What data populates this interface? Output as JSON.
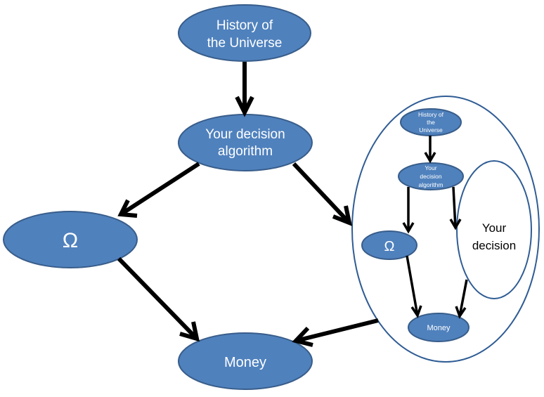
{
  "diagram": {
    "main": {
      "history": {
        "line1": "History of",
        "line2": "the Universe"
      },
      "algorithm": {
        "line1": "Your decision",
        "line2": "algorithm"
      },
      "omega": {
        "label": "Ω"
      },
      "money": {
        "label": "Money"
      }
    },
    "nested": {
      "history": {
        "line1": "History of",
        "line2": "the",
        "line3": "Universe"
      },
      "algorithm": {
        "line1": "Your",
        "line2": "decision",
        "line3": "algorithm"
      },
      "omega": {
        "label": "Ω"
      },
      "decision": {
        "line1": "Your",
        "line2": "decision"
      },
      "money": {
        "label": "Money"
      }
    },
    "edges": [
      {
        "from": "History of the Universe",
        "to": "Your decision algorithm"
      },
      {
        "from": "Your decision algorithm",
        "to": "Ω"
      },
      {
        "from": "Your decision algorithm",
        "to": "Nested model"
      },
      {
        "from": "Ω",
        "to": "Money"
      },
      {
        "from": "Nested model",
        "to": "Money"
      },
      {
        "from": "History of the Universe (nested)",
        "to": "Your decision algorithm (nested)"
      },
      {
        "from": "Your decision algorithm (nested)",
        "to": "Ω (nested)"
      },
      {
        "from": "Your decision algorithm (nested)",
        "to": "Your decision (nested)"
      },
      {
        "from": "Ω (nested)",
        "to": "Money (nested)"
      },
      {
        "from": "Your decision (nested)",
        "to": "Money (nested)"
      }
    ],
    "colors": {
      "node_fill": "#4f81bd",
      "node_stroke": "#385d8a",
      "outline_stroke": "#2f5c94",
      "arrow": "#000000"
    }
  }
}
